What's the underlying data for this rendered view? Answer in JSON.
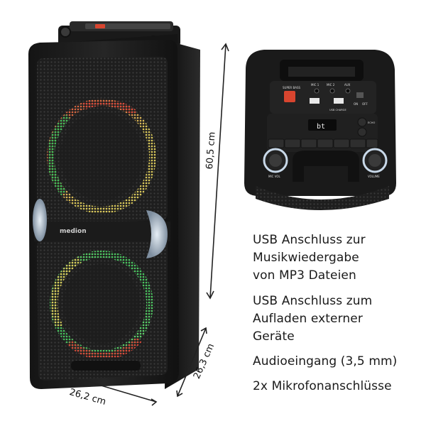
{
  "product": {
    "brand": "medion",
    "panel_labels": {
      "super_bass": "SUPER BASS",
      "mic1": "MIC 1",
      "mic2": "MIC 2",
      "aux": "AUX",
      "on": "ON",
      "off": "OFF",
      "display": "bt",
      "mic_vol": "MIC VOL",
      "volume": "VOLUME",
      "usb_charge": "USB CHARGE",
      "echo": "ECHO"
    }
  },
  "dimensions": {
    "height": "60,5 cm",
    "depth": "26,3 cm",
    "width": "26,2 cm"
  },
  "features": [
    {
      "lines": [
        "USB Anschluss zur",
        "Musikwiedergabe",
        "von MP3 Dateien"
      ]
    },
    {
      "lines": [
        "USB Anschluss zum",
        "Aufladen externer",
        "Geräte"
      ]
    },
    {
      "lines": [
        "Audioeingang (3,5 mm)"
      ]
    },
    {
      "lines": [
        "2x Mikrofonanschlüsse"
      ]
    }
  ],
  "colors": {
    "speaker_body": "#1c1c1c",
    "grille": "#2a2a2a",
    "led_red": "#d94a3a",
    "led_green": "#3fbf5a",
    "led_yellow": "#d9c85a",
    "super_bass_button": "#d8452f"
  }
}
